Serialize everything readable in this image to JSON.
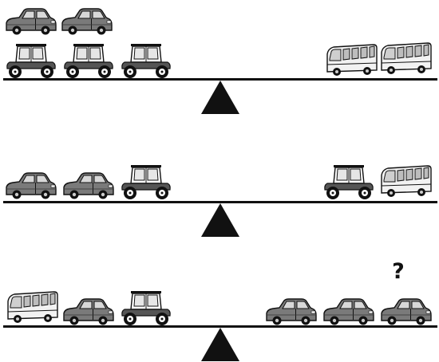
{
  "puzzle": {
    "question_mark": "?",
    "colors": {
      "ink": "#111111",
      "car_body": "#7a7a7a",
      "car_window": "#d8d8d8",
      "background": "#ffffff"
    },
    "vehicle_kinds": [
      "car",
      "antique-car",
      "bus"
    ],
    "scales": [
      {
        "left": [
          "car",
          "car",
          "antique-car",
          "antique-car",
          "antique-car"
        ],
        "right": [
          "bus",
          "bus"
        ]
      },
      {
        "left": [
          "car",
          "car",
          "antique-car"
        ],
        "right": [
          "antique-car",
          "bus"
        ]
      },
      {
        "left": [
          "bus",
          "car",
          "antique-car"
        ],
        "right": [
          "car",
          "car",
          "car",
          "unknown"
        ]
      }
    ]
  }
}
